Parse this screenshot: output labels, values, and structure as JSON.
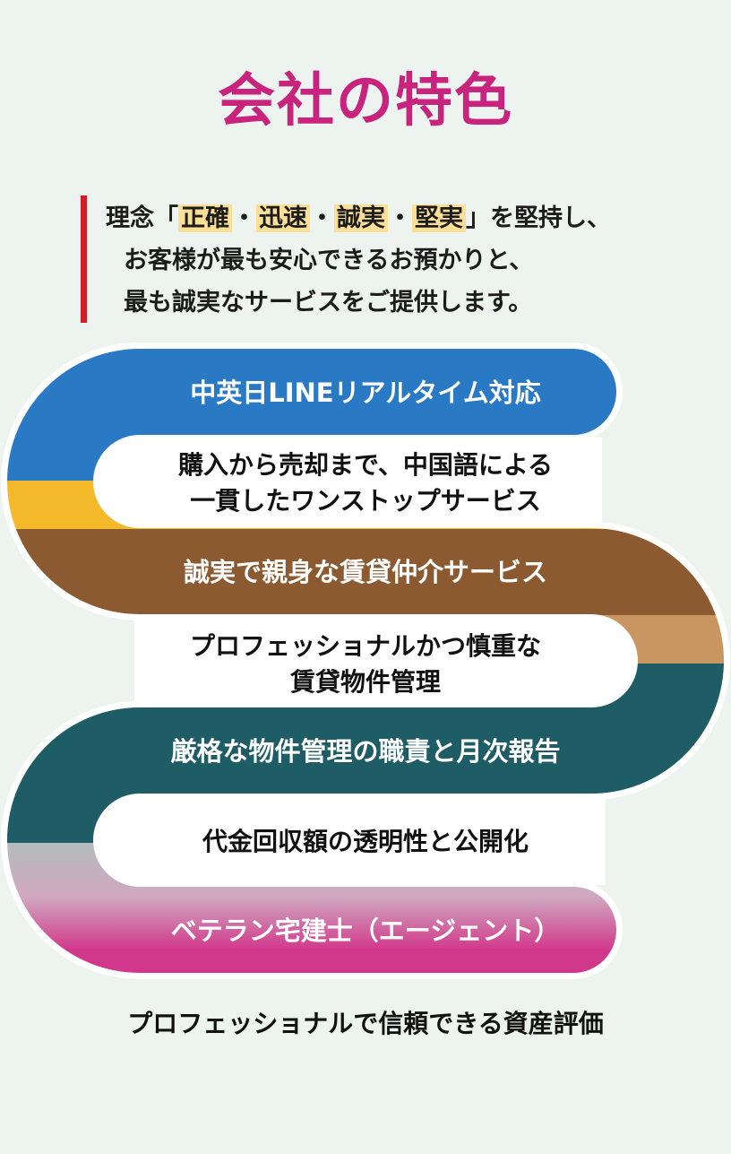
{
  "title": "会社の特色",
  "philosophy": {
    "line1": {
      "prefix": "理念「",
      "values": [
        "正確",
        "迅速",
        "誠実",
        "堅実"
      ],
      "separator": "・",
      "suffix": "」を堅持し、"
    },
    "line2": "お客様が最も安心できるお預かりと、",
    "line3": "最も誠実なサービスをご提供します。"
  },
  "features": {
    "line_support": "中英日LINEリアルタイム対応",
    "one_stop_1": "購入から売却まで、中国語による",
    "one_stop_2": "一貫したワンストップサービス",
    "rental_brokerage": "誠実で親身な賃貸仲介サービス",
    "management_1": "プロフェッショナルかつ慎重な",
    "management_2": "賃貸物件管理",
    "monthly_report": "厳格な物件管理の職責と月次報告",
    "transparency": "代金回収額の透明性と公開化",
    "agents": "ベテラン宅建士（エージェント）",
    "valuation": "プロフェッショナルで信頼できる資産評価"
  },
  "colors": {
    "title": "#c8237d",
    "accent_bar": "#d21f26",
    "highlight": "#fbdf97",
    "blue": "#2a79c4",
    "yellow": "#f4b92b",
    "brown": "#8b5a31",
    "tan": "#c99560",
    "teal": "#1e5c66",
    "gray": "#b4bcbc",
    "magenta": "#d1378b",
    "band_white": "#ffffff"
  }
}
